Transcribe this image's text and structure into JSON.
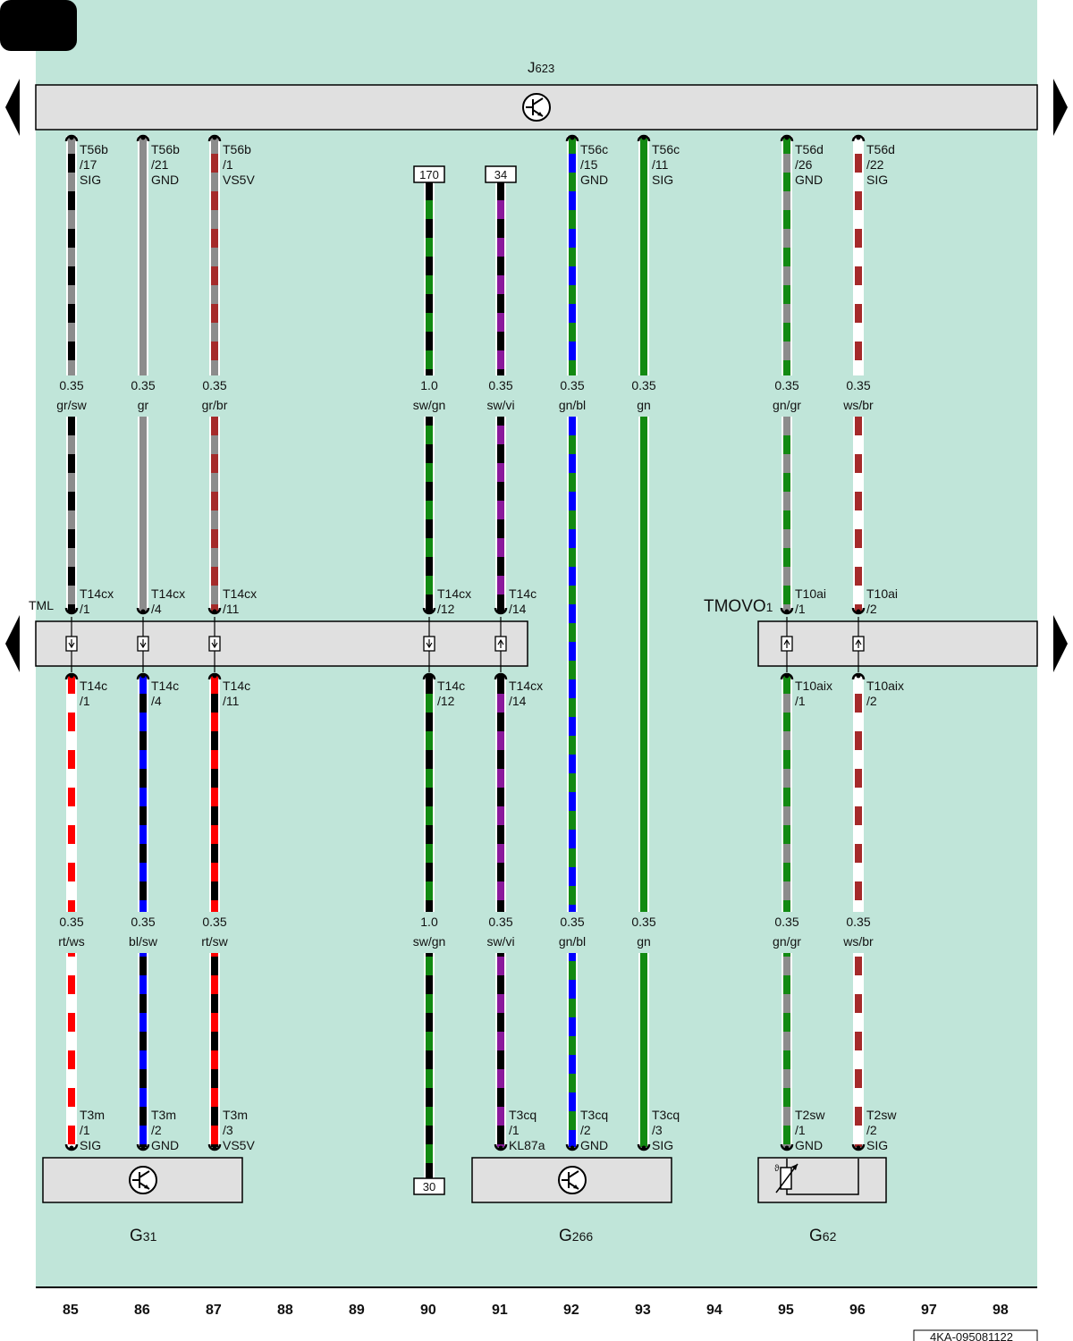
{
  "components": {
    "ecu": {
      "name": "J",
      "sub": "623"
    },
    "conn_left": {
      "name": "TML"
    },
    "conn_right": {
      "name": "TMOVO",
      "sub": "1"
    },
    "g31": {
      "name": "G",
      "sub": "31"
    },
    "g266": {
      "name": "G",
      "sub": "266"
    },
    "g62": {
      "name": "G",
      "sub": "62"
    }
  },
  "columns": [
    "85",
    "86",
    "87",
    "88",
    "89",
    "90",
    "91",
    "92",
    "93",
    "94",
    "95",
    "96",
    "97",
    "98"
  ],
  "doc_id": "4KA-095081122",
  "colors": {
    "background": "#c0e5d9",
    "box": "#e0e0e0",
    "gn": "#128a12",
    "bl": "#0000ff",
    "rt": "#ff0000",
    "br": "#a52a2a",
    "gr": "#8c8c8c",
    "sw": "#000000",
    "ws": "#ffffff",
    "vi": "#8b1a9c"
  },
  "wires": [
    {
      "col": "85",
      "top": {
        "size": "0.35",
        "color": "gr/sw",
        "c1": "gr",
        "c2": "sw",
        "pin": [
          "T56b",
          "/17",
          "SIG"
        ],
        "mid": [
          "T14cx",
          "/1"
        ]
      },
      "bottom": {
        "size": "0.35",
        "color": "rt/ws",
        "c1": "rt",
        "c2": "ws",
        "pin": [
          "T14c",
          "/1"
        ],
        "end": [
          "T3m",
          "/1",
          "SIG"
        ]
      }
    },
    {
      "col": "86",
      "top": {
        "size": "0.35",
        "color": "gr",
        "c1": "gr",
        "c2": "gr",
        "pin": [
          "T56b",
          "/21",
          "GND"
        ],
        "mid": [
          "T14cx",
          "/4"
        ]
      },
      "bottom": {
        "size": "0.35",
        "color": "bl/sw",
        "c1": "bl",
        "c2": "sw",
        "pin": [
          "T14c",
          "/4"
        ],
        "end": [
          "T3m",
          "/2",
          "GND"
        ]
      }
    },
    {
      "col": "87",
      "top": {
        "size": "0.35",
        "color": "gr/br",
        "c1": "gr",
        "c2": "br",
        "pin": [
          "T56b",
          "/1",
          "VS5V"
        ],
        "mid": [
          "T14cx",
          "/11"
        ]
      },
      "bottom": {
        "size": "0.35",
        "color": "rt/sw",
        "c1": "rt",
        "c2": "sw",
        "pin": [
          "T14c",
          "/11"
        ],
        "end": [
          "T3m",
          "/3",
          "VS5V"
        ]
      }
    },
    {
      "col": "90",
      "top": {
        "size": "1.0",
        "color": "sw/gn",
        "c1": "sw",
        "c2": "gn",
        "ref": "170",
        "mid": [
          "T14cx",
          "/12"
        ]
      },
      "bottom": {
        "size": "1.0",
        "color": "sw/gn",
        "c1": "sw",
        "c2": "gn",
        "pin": [
          "T14c",
          "/12"
        ],
        "ref": "30"
      }
    },
    {
      "col": "91",
      "top": {
        "size": "0.35",
        "color": "sw/vi",
        "c1": "sw",
        "c2": "vi",
        "ref": "34",
        "mid": [
          "T14c",
          "/14"
        ]
      },
      "bottom": {
        "size": "0.35",
        "color": "sw/vi",
        "c1": "sw",
        "c2": "vi",
        "pin": [
          "T14cx",
          "/14"
        ],
        "end": [
          "T3cq",
          "/1",
          "KL87a"
        ]
      }
    },
    {
      "col": "92",
      "full": {
        "size": "0.35",
        "color": "gn/bl",
        "c1": "gn",
        "c2": "bl",
        "pin": [
          "T56c",
          "/15",
          "GND"
        ],
        "end": [
          "T3cq",
          "/2",
          "GND"
        ]
      }
    },
    {
      "col": "93",
      "full": {
        "size": "0.35",
        "color": "gn",
        "c1": "gn",
        "c2": "gn",
        "pin": [
          "T56c",
          "/11",
          "SIG"
        ],
        "end": [
          "T3cq",
          "/3",
          "SIG"
        ]
      }
    },
    {
      "col": "95",
      "top": {
        "size": "0.35",
        "color": "gn/gr",
        "c1": "gn",
        "c2": "gr",
        "pin": [
          "T56d",
          "/26",
          "GND"
        ],
        "mid": [
          "T10ai",
          "/1"
        ]
      },
      "bottom": {
        "size": "0.35",
        "color": "gn/gr",
        "c1": "gn",
        "c2": "gr",
        "pin": [
          "T10aix",
          "/1"
        ],
        "end": [
          "T2sw",
          "/1",
          "GND"
        ]
      }
    },
    {
      "col": "96",
      "top": {
        "size": "0.35",
        "color": "ws/br",
        "c1": "ws",
        "c2": "br",
        "pin": [
          "T56d",
          "/22",
          "SIG"
        ],
        "mid": [
          "T10ai",
          "/2"
        ]
      },
      "bottom": {
        "size": "0.35",
        "color": "ws/br",
        "c1": "ws",
        "c2": "br",
        "pin": [
          "T10aix",
          "/2"
        ],
        "end": [
          "T2sw",
          "/2",
          "SIG"
        ]
      }
    }
  ]
}
